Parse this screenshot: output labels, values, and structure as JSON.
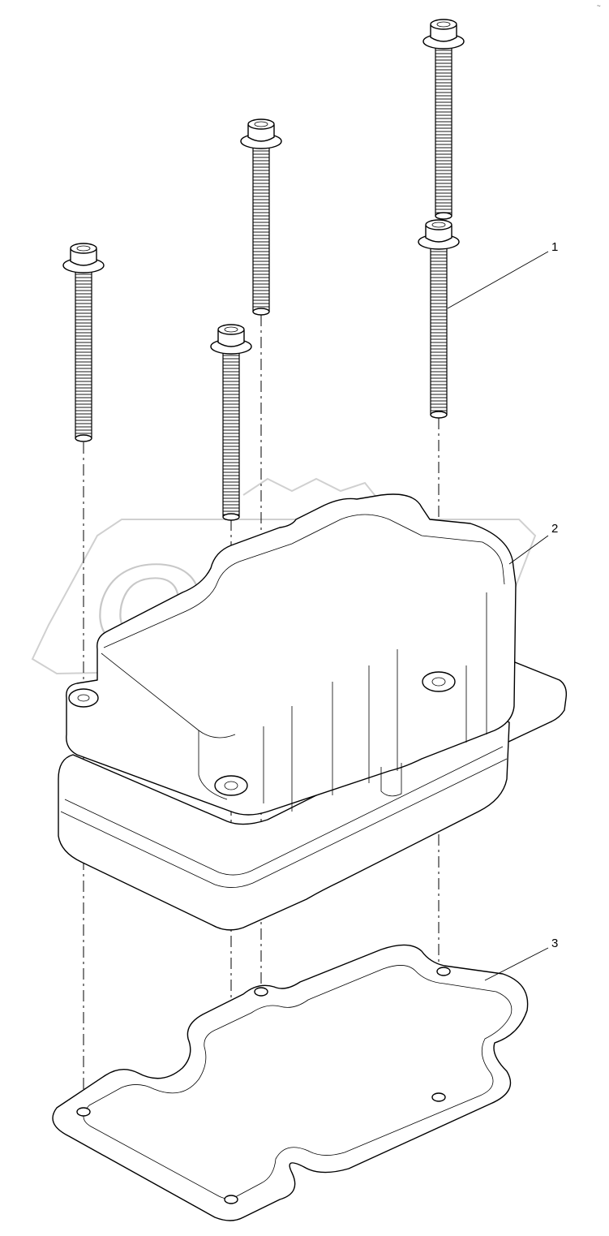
{
  "corner_mark": "~",
  "watermark": {
    "text": "OPEX"
  },
  "callouts": [
    {
      "label": "1",
      "part": "bolt"
    },
    {
      "label": "2",
      "part": "cover"
    },
    {
      "label": "3",
      "part": "gasket"
    }
  ],
  "colors": {
    "line": "#000000",
    "watermark": "#c8c8c8",
    "background": "#ffffff"
  }
}
